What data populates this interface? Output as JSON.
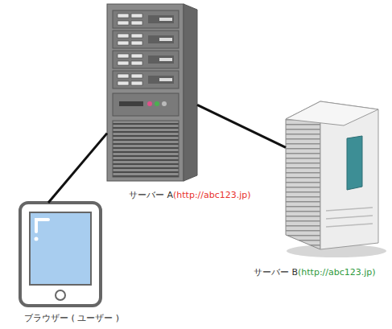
{
  "diagram": {
    "nodes": [
      {
        "text": [
          "サーバー A",
          "(http://abc123.jp)"
        ]
      },
      {
        "text": [
          "サーバー B",
          "(http://abc123.jp)"
        ]
      },
      {
        "text": [
          "ブラウザー ( ユーザー )"
        ]
      }
    ],
    "edges": [
      {
        "from": 2,
        "to": 0,
        "arrow": "none"
      },
      {
        "from": 0,
        "to": 1,
        "arrow": "none"
      }
    ]
  }
}
